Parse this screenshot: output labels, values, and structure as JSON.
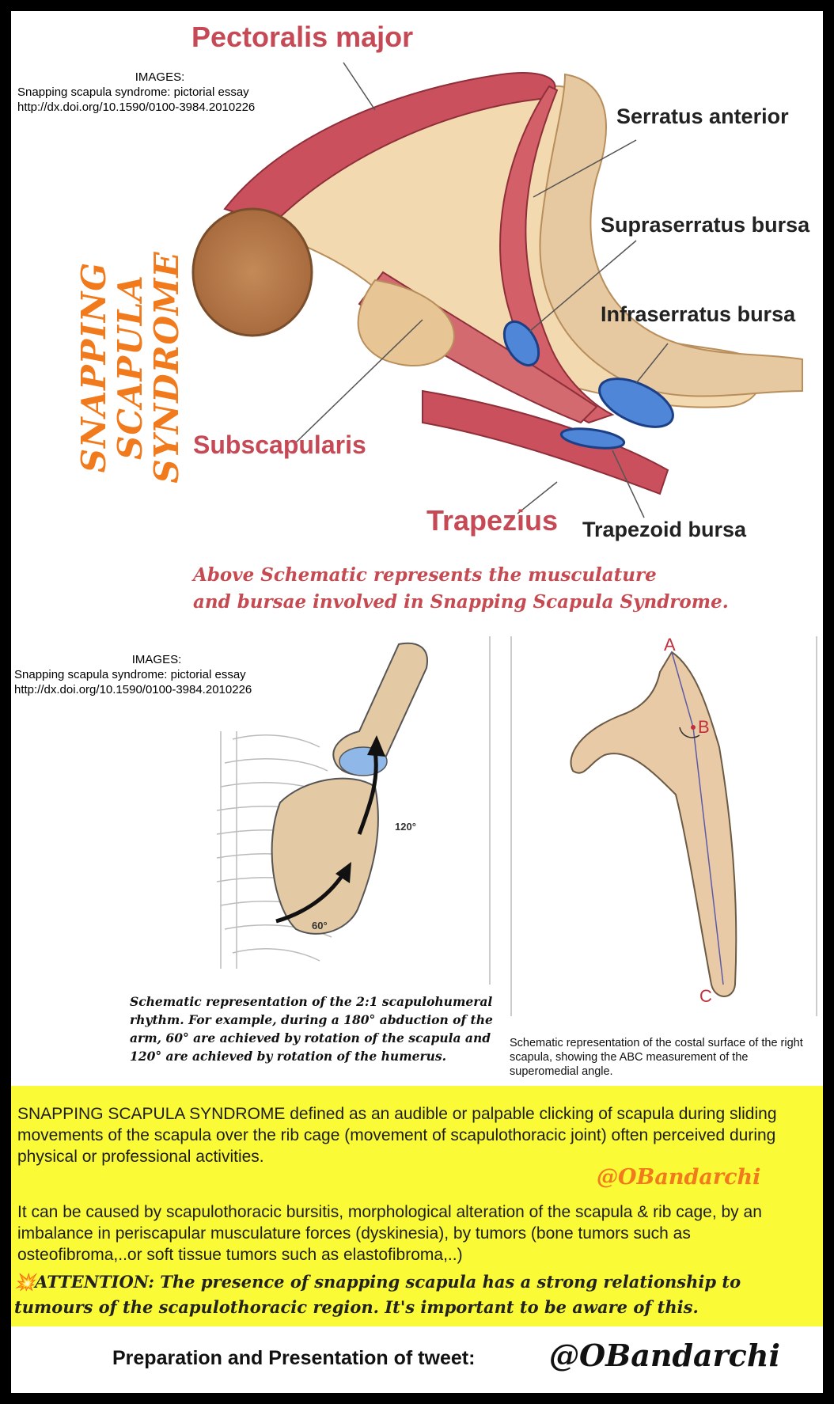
{
  "top_figure": {
    "credit": {
      "line1": "IMAGES:",
      "line2": "Snapping scapula syndrome: pictorial essay",
      "line3": "http://dx.doi.org/10.1590/0100-3984.2010226"
    },
    "labels": {
      "pectoralis_major": "Pectoralis major",
      "serratus_anterior": "Serratus anterior",
      "supraserratus_bursa": "Supraserratus bursa",
      "infraserratus_bursa": "Infraserratus bursa",
      "subscapularis": "Subscapularis",
      "trapezius": "Trapezius",
      "trapezoid_bursa": "Trapezoid bursa"
    },
    "caption_line1": "Above Schematic represents the musculature",
    "caption_line2": "and bursae involved in Snapping  Scapula Syndrome."
  },
  "side_title": {
    "line1": "SNAPPING  SCAPULA",
    "line2": "SYNDROME"
  },
  "middle": {
    "credit": {
      "line1": "IMAGES:",
      "line2": "Snapping scapula syndrome: pictorial essay",
      "line3": "http://dx.doi.org/10.1590/0100-3984.2010226"
    },
    "left_figure": {
      "angle_large": "120°",
      "angle_small": "60°",
      "caption": "Schematic representation of the 2:1 scapulohumeral rhythm. For example, during a 180° abduction of the arm, 60° are achieved by rotation of the scapula and 120° are achieved by rotation of the humerus."
    },
    "right_figure": {
      "point_a": "A",
      "point_b": "B",
      "point_c": "C",
      "caption": "Schematic representation of the costal surface of the right scapula, showing the ABC measurement of the superomedial angle."
    }
  },
  "info_box": {
    "para1": "SNAPPING SCAPULA SYNDROME  defined as an audible or palpable clicking of scapula during sliding movements of the scapula over the rib cage (movement of scapulothoracic joint) often perceived during physical or professional activities.",
    "handle": "@OBandarchi",
    "para2": "It can be caused by scapulothoracic bursitis, morphological alteration of the scapula & rib cage, by an imbalance in periscapular musculature forces (dyskinesia), by tumors (bone tumors such as osteofibroma,..or soft tissue tumors such as elastofibroma,..)",
    "attention_icon": "💥",
    "attention": "ATTENTION: The presence of snapping scapula has a strong relationship to tumours of the scapulothoracic region. It's important to be aware of this."
  },
  "footer": {
    "label": "Preparation and Presentation of tweet:",
    "handle": "@OBandarchi"
  },
  "colors": {
    "muscle": "#c9505c",
    "bone": "#e6c9a0",
    "bursa": "#4f86d8",
    "title_orange": "#f07a1c",
    "highlight_yellow": "#fafa36"
  }
}
